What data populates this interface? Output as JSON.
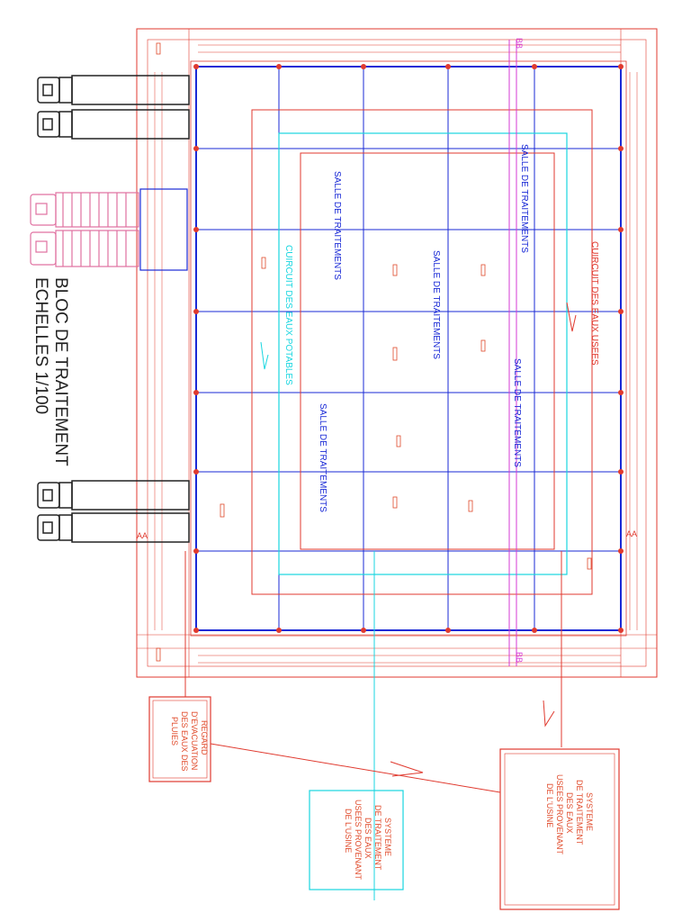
{
  "title": {
    "line1": "BLOC DE TRAITEMENT",
    "line2": "ECHELLES 1/100"
  },
  "rooms": {
    "room_left_top": "SALLE DE TRAITEMENTS",
    "room_left_bottom": "SALLE DE TRAITEMENTS",
    "room_center": "SALLE DE TRAITEMENTS",
    "room_right_top": "SALLE DE TRAITEMENTS",
    "room_right_bottom": "SALLE DE TRAITEMENTS"
  },
  "circuits": {
    "potable": "CUIRCUIT DES EAUX POTABLES",
    "used": "CUIRCUIT DES EAUX USEES"
  },
  "section_marks": {
    "aa": "AA",
    "bb": "BB"
  },
  "legend_boxes": {
    "rain": [
      "REGARD",
      "D'EVACUATION",
      "DES EAUX DES",
      "PLUIES"
    ],
    "system_cyan": [
      "SYSTEME",
      "DE TRAITEMENT",
      "DES EAUX",
      "USEES PROVENANT",
      "DE L'USINE"
    ],
    "system_red": [
      "SYSTEME",
      "DE TRAITEMENT",
      "DES EAUX",
      "USEES PROVENANT",
      "DE L'USINE"
    ]
  },
  "colors": {
    "wall": "#e03a2f",
    "grid": "#1a2ad6",
    "potable": "#18d6e0",
    "magenta": "#d63ad6",
    "text_red": "#e04a2a",
    "truck": "#222222",
    "truck_pink": "#e070a0"
  }
}
